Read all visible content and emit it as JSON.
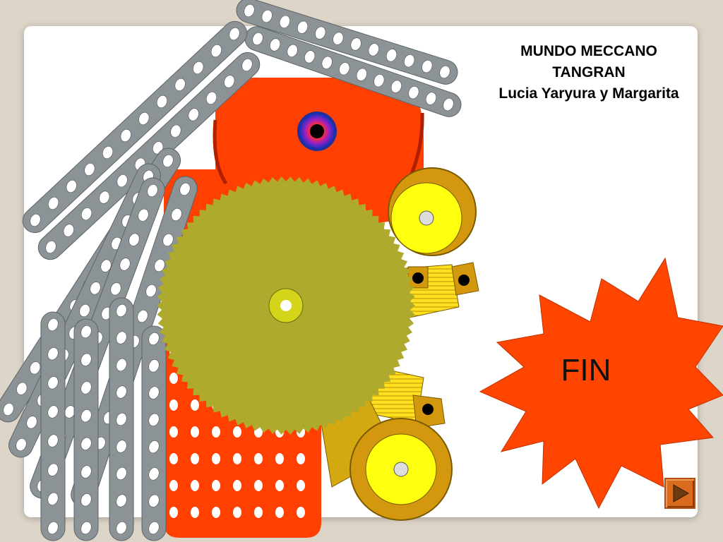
{
  "title": {
    "line1": "MUNDO MECCANO",
    "line2": "TANGRAN",
    "line3": "Lucia Yaryura y Margarita"
  },
  "burst": {
    "label": "FIN",
    "color": "#ff4500"
  },
  "colors": {
    "background": "#ddd5c8",
    "slide": "#ffffff",
    "strip_gray": "#8c9396",
    "plate_orange": "#ff4000",
    "gear_olive": "#adaa2d",
    "wheel_yellow": "#ffff10",
    "wheel_rim": "#d4980e",
    "nav_button": "#d96a1e"
  },
  "icons": {
    "next": "play-right-arrow-icon"
  }
}
